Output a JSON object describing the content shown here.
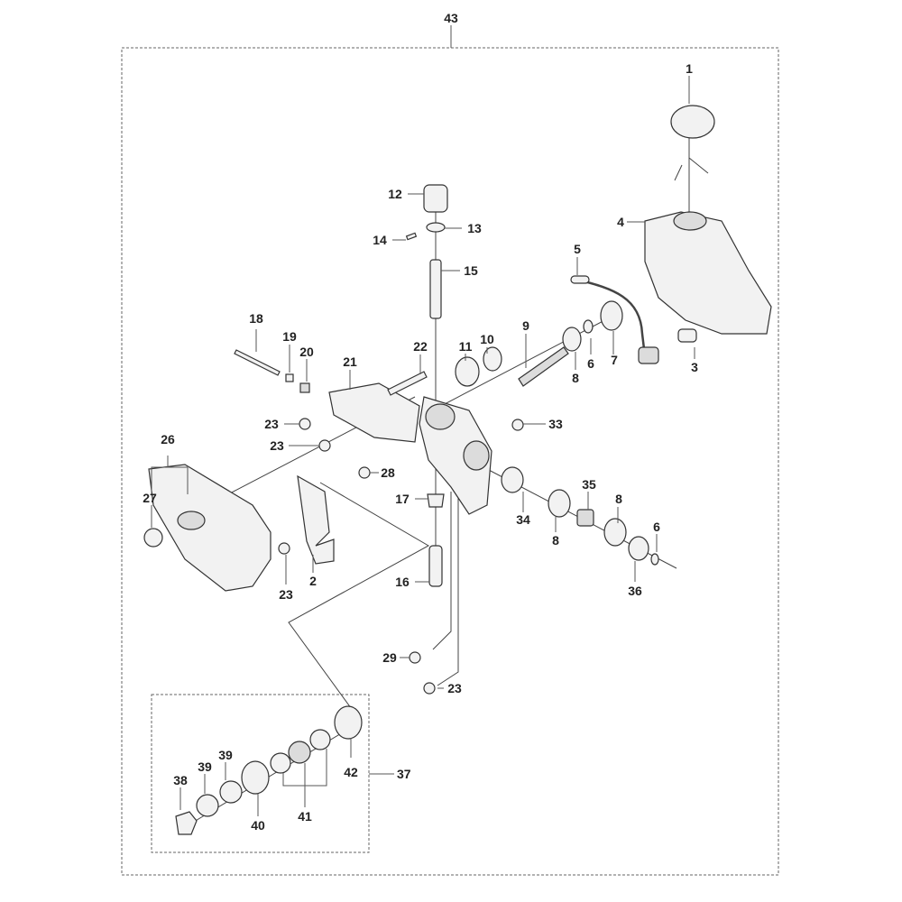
{
  "diagram": {
    "title": "Exploded parts diagram",
    "assembly_callout": "43",
    "sub_assembly_callout": "37",
    "callouts": [
      {
        "id": "c1",
        "label": "1"
      },
      {
        "id": "c2",
        "label": "2"
      },
      {
        "id": "c3",
        "label": "3"
      },
      {
        "id": "c4",
        "label": "4"
      },
      {
        "id": "c5",
        "label": "5"
      },
      {
        "id": "c6a",
        "label": "6"
      },
      {
        "id": "c6b",
        "label": "6"
      },
      {
        "id": "c7",
        "label": "7"
      },
      {
        "id": "c8a",
        "label": "8"
      },
      {
        "id": "c8b",
        "label": "8"
      },
      {
        "id": "c8c",
        "label": "8"
      },
      {
        "id": "c9",
        "label": "9"
      },
      {
        "id": "c10",
        "label": "10"
      },
      {
        "id": "c11",
        "label": "11"
      },
      {
        "id": "c12",
        "label": "12"
      },
      {
        "id": "c13",
        "label": "13"
      },
      {
        "id": "c14",
        "label": "14"
      },
      {
        "id": "c15",
        "label": "15"
      },
      {
        "id": "c16",
        "label": "16"
      },
      {
        "id": "c17",
        "label": "17"
      },
      {
        "id": "c18",
        "label": "18"
      },
      {
        "id": "c19",
        "label": "19"
      },
      {
        "id": "c20",
        "label": "20"
      },
      {
        "id": "c21",
        "label": "21"
      },
      {
        "id": "c22",
        "label": "22"
      },
      {
        "id": "c23a",
        "label": "23"
      },
      {
        "id": "c23b",
        "label": "23"
      },
      {
        "id": "c23c",
        "label": "23"
      },
      {
        "id": "c23d",
        "label": "23"
      },
      {
        "id": "c26",
        "label": "26"
      },
      {
        "id": "c27",
        "label": "27"
      },
      {
        "id": "c28",
        "label": "28"
      },
      {
        "id": "c29",
        "label": "29"
      },
      {
        "id": "c33",
        "label": "33"
      },
      {
        "id": "c34",
        "label": "34"
      },
      {
        "id": "c35",
        "label": "35"
      },
      {
        "id": "c36",
        "label": "36"
      },
      {
        "id": "c38",
        "label": "38"
      },
      {
        "id": "c39a",
        "label": "39"
      },
      {
        "id": "c39b",
        "label": "39"
      },
      {
        "id": "c40",
        "label": "40"
      },
      {
        "id": "c41",
        "label": "41"
      },
      {
        "id": "c42",
        "label": "42"
      }
    ]
  }
}
